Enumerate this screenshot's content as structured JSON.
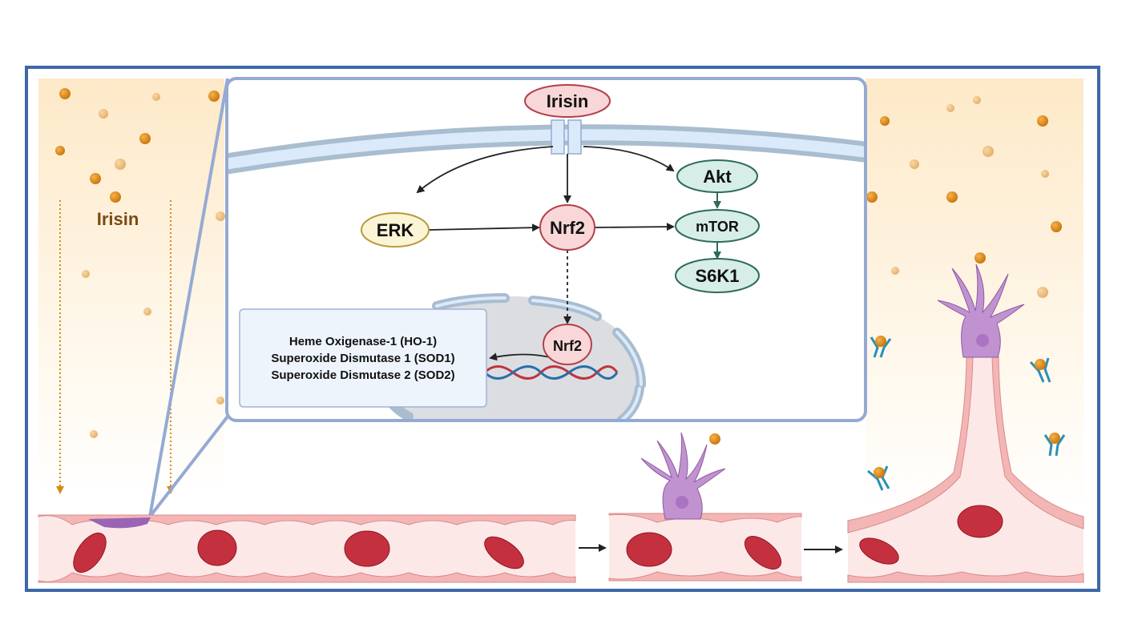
{
  "diagram": {
    "outside_label": "Irisin",
    "colors": {
      "frame": "#3d67a8",
      "inset_border": "#94aad3",
      "membrane_fill": "#dbeafa",
      "membrane_edge": "#a9bdd0",
      "irisin_particle": "#e08a0d",
      "irisin_particle_light": "#f1c180",
      "background_gradient_top": "#fde9c8",
      "red_node_fill": "#f9d7d8",
      "red_node_stroke": "#b3404a",
      "erk_fill": "#fbf5d5",
      "erk_stroke": "#b59a3a",
      "green_node_fill": "#d6ede8",
      "green_node_stroke": "#2e6b5c",
      "nucleus_fill": "#dcdde1",
      "gene_box_fill": "#eef4fc",
      "gene_box_stroke": "#9fb4d6",
      "vessel_fill": "#fde8e8",
      "endothelial_fill": "#f3b6b5",
      "rbc_fill": "#c5303f",
      "tip_cell_fill": "#c192d0"
    },
    "nodes": {
      "irisin": "Irisin",
      "erk": "ERK",
      "nrf2_cyto": "Nrf2",
      "akt": "Akt",
      "mtor": "mTOR",
      "s6k1": "S6K1",
      "nrf2_nuclear": "Nrf2"
    },
    "gene_targets": [
      "Heme Oxigenase-1 (HO-1)",
      "Superoxide Dismutase 1 (SOD1)",
      "Superoxide Dismutase 2 (SOD2)"
    ],
    "edges": [
      {
        "from": "Irisin",
        "to": "ERK",
        "style": "solid"
      },
      {
        "from": "Irisin",
        "to": "Nrf2",
        "style": "solid"
      },
      {
        "from": "Irisin",
        "to": "Akt",
        "style": "solid"
      },
      {
        "from": "ERK",
        "to": "Nrf2",
        "style": "solid"
      },
      {
        "from": "Nrf2",
        "to": "mTOR",
        "style": "solid"
      },
      {
        "from": "Akt",
        "to": "mTOR",
        "style": "solid"
      },
      {
        "from": "mTOR",
        "to": "S6K1",
        "style": "solid"
      },
      {
        "from": "Nrf2",
        "to": "Nrf2 (nucleus)",
        "style": "dashed"
      },
      {
        "from": "Nrf2 (nucleus)",
        "to": "gene targets",
        "style": "solid"
      }
    ],
    "panels": [
      "Vessel with irisin diffusion",
      "Tip cell sprouting",
      "Angiogenic sprout"
    ]
  }
}
